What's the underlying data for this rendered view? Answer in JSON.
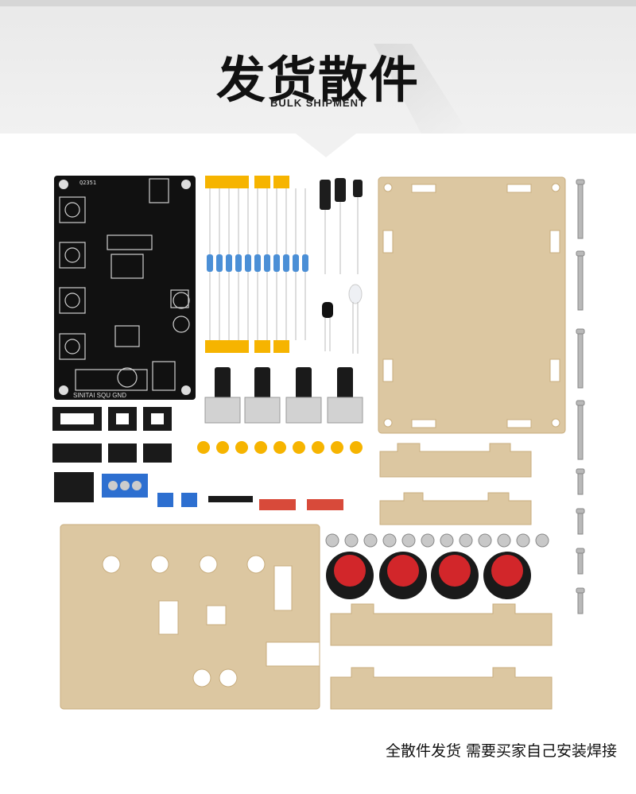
{
  "header": {
    "title": "发货散件",
    "subtitle": "BULK SHIPMENT"
  },
  "pcb_labels": {
    "top_code": "Q2351",
    "bottom": "SINITAI SQU GND"
  },
  "footer": {
    "caption": "全散件发货 需要买家自己安装焊接"
  },
  "colors": {
    "banner": "#efefef",
    "acrylic": "#dcc7a1",
    "pcb": "#111111",
    "resistor_tape": "#f6b400",
    "knob_red": "#d2262a",
    "terminal_blue": "#2d6fd0"
  }
}
